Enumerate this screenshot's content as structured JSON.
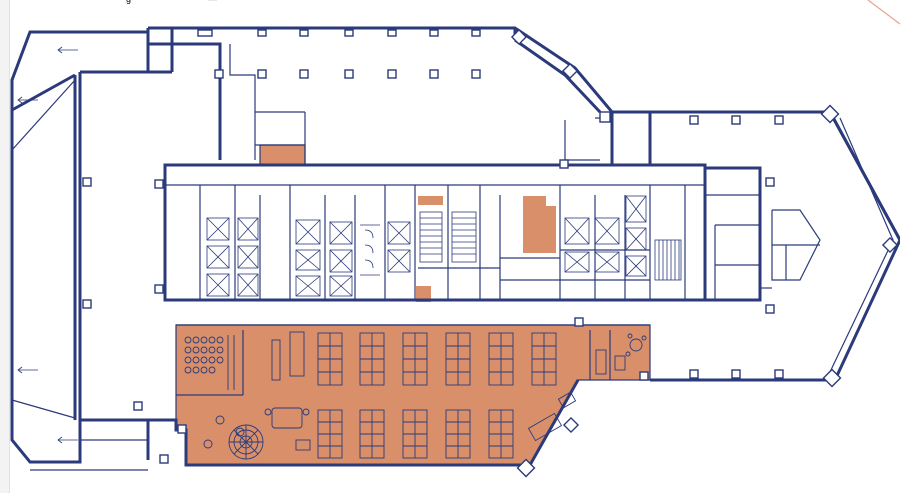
{
  "header_fragment": {
    "texts": [
      "g",
      "— ~~~~"
    ]
  },
  "colors": {
    "wall": "#2b3a7a",
    "highlight": "#d9906a",
    "background": "#ffffff",
    "accent_line": "#e8a489"
  },
  "plan": {
    "highlighted_areas": [
      "upper-office-room",
      "core-room-1",
      "core-room-2",
      "core-room-3",
      "lower-wing-office-area"
    ],
    "icons": [
      "stair-icon",
      "elevator-icon",
      "door-arrow-icon",
      "spiral-stair-icon",
      "desk-cluster-icon"
    ]
  }
}
